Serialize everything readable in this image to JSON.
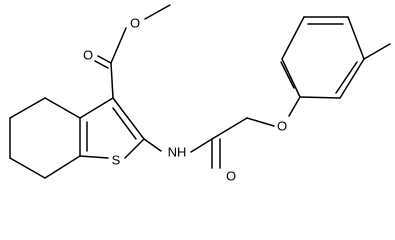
{
  "molecule": {
    "atoms": {
      "ester_carbonyl_o": "O",
      "ester_ether_o": "O",
      "amide_n": "NH",
      "amide_o": "O",
      "ether_o": "O",
      "ring_s": "S"
    }
  }
}
